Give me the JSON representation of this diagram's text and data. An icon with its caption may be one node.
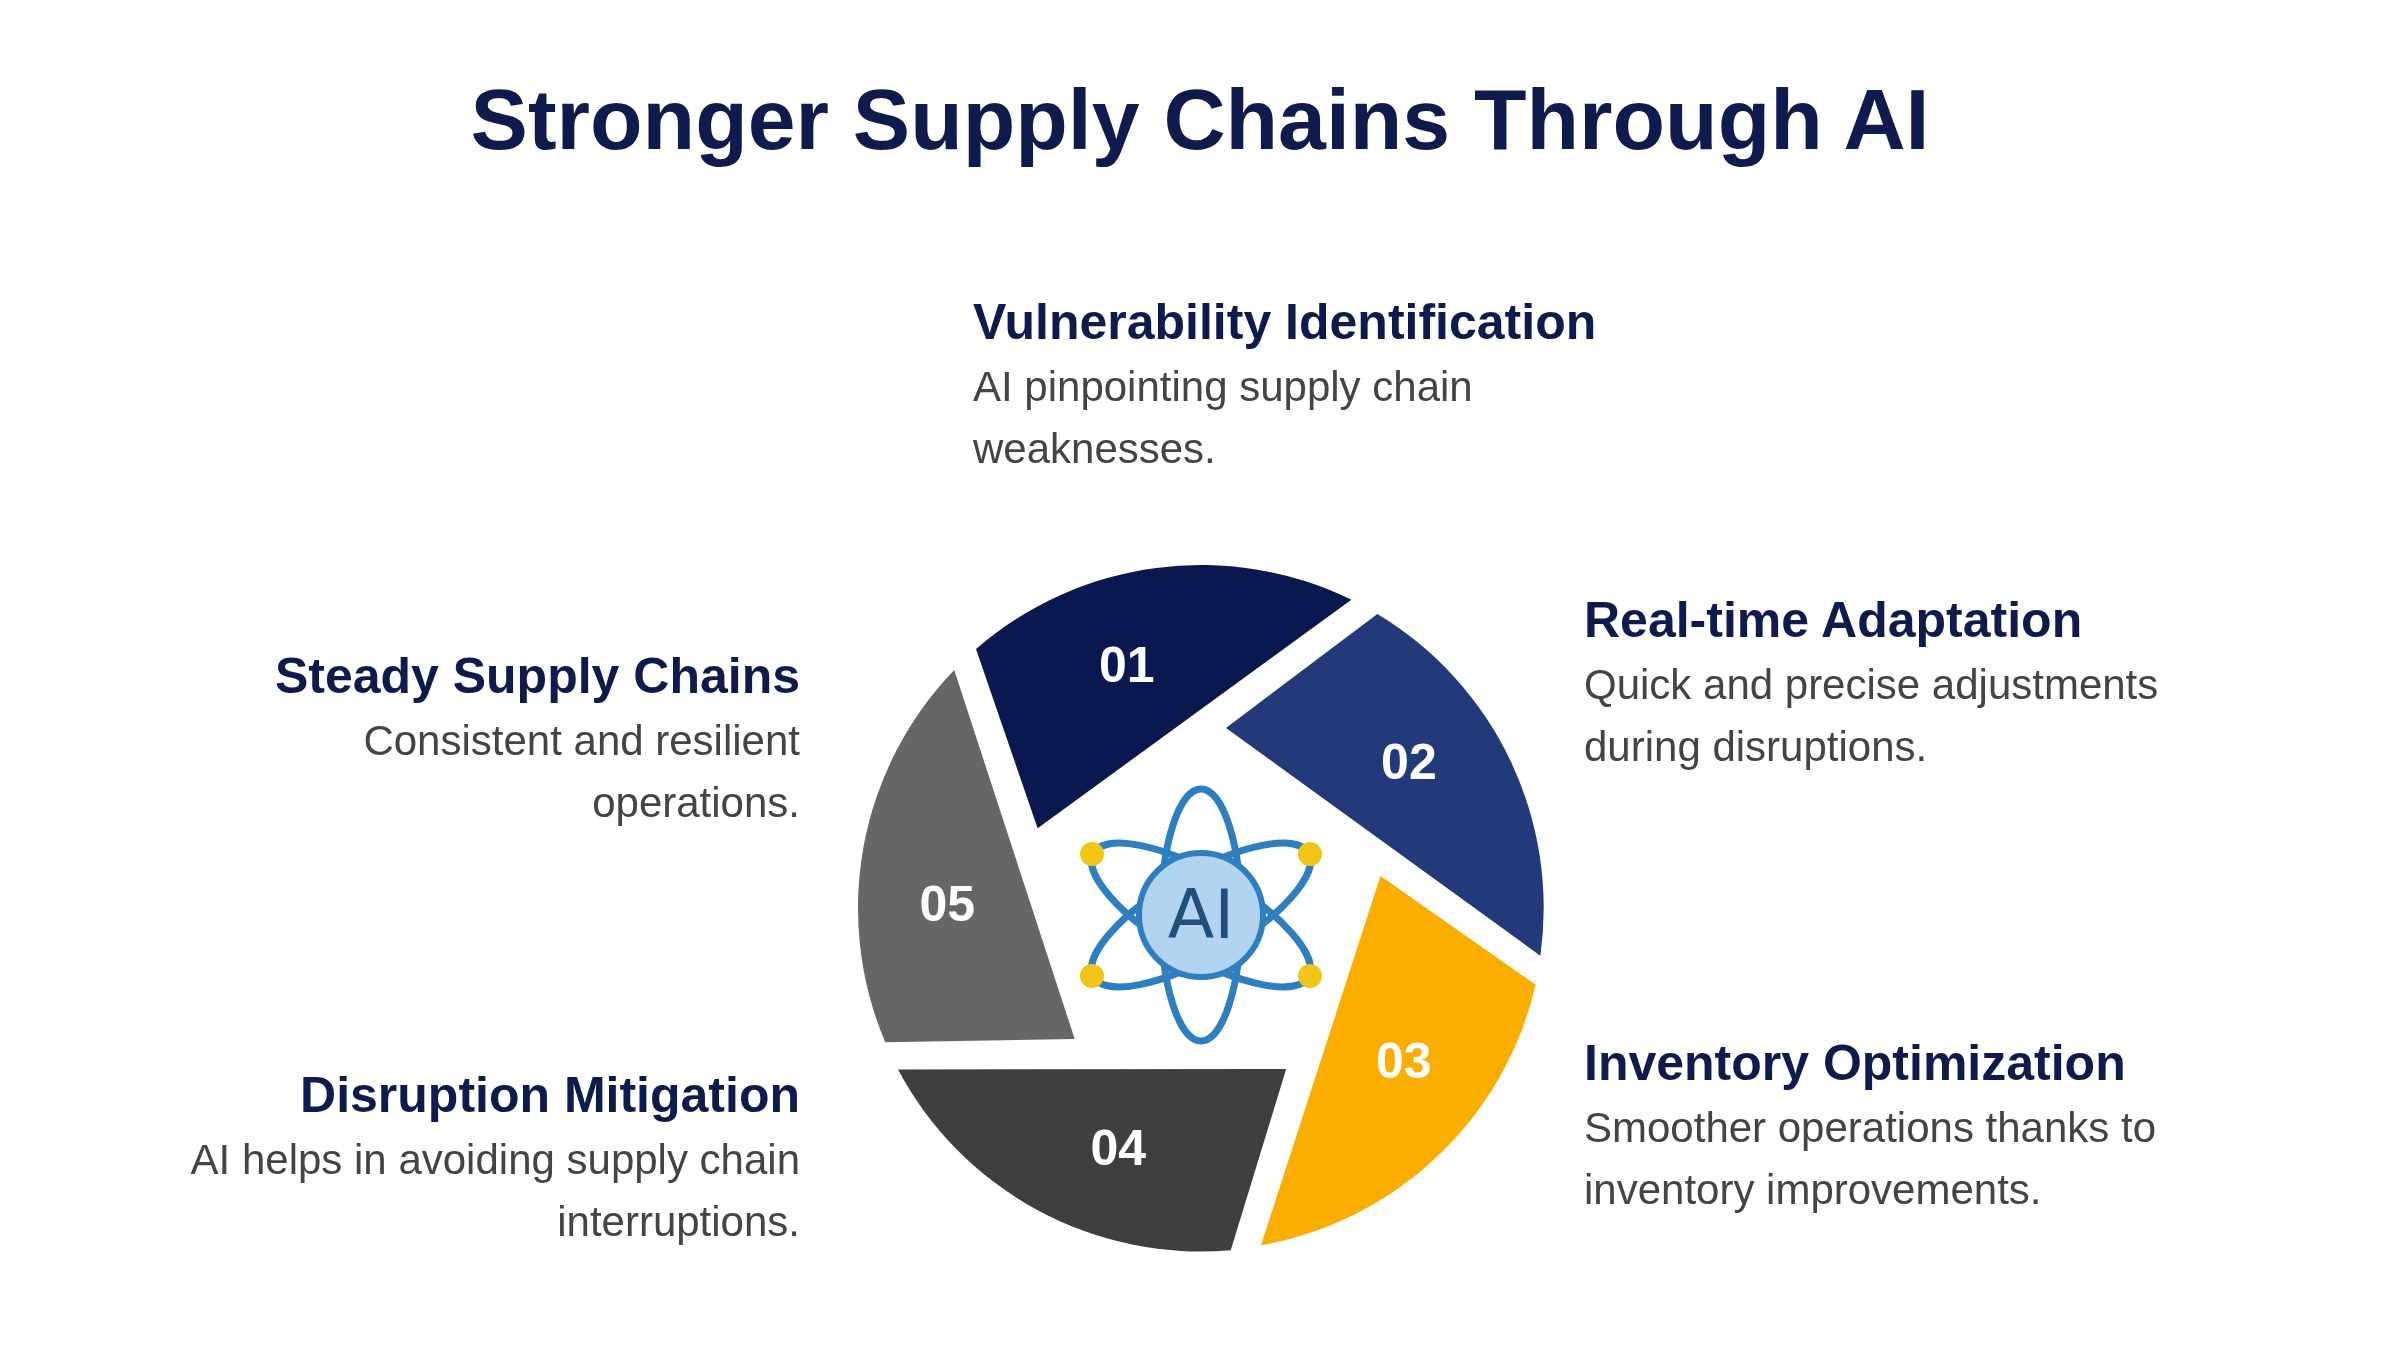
{
  "diagram": {
    "title": "Stronger Supply Chains Through AI",
    "nodes": [
      {
        "text": [
          "01"
        ],
        "beside": [
          "Vulnerability Identification",
          "AI pinpointing supply chain weaknesses."
        ]
      },
      {
        "text": [
          "02"
        ],
        "beside": [
          "Real-time Adaptation",
          "Quick and precise adjustments during disruptions."
        ]
      },
      {
        "text": [
          "03"
        ],
        "beside": [
          "Inventory Optimization",
          "Smoother operations thanks to inventory improvements."
        ]
      },
      {
        "text": [
          "04"
        ],
        "beside": [
          "Disruption Mitigation",
          "AI helps in avoiding supply chain interruptions."
        ]
      },
      {
        "text": [
          "05"
        ],
        "beside": [
          "Steady Supply Chains",
          "Consistent and resilient operations."
        ]
      }
    ],
    "labels": [
      "AI"
    ]
  }
}
